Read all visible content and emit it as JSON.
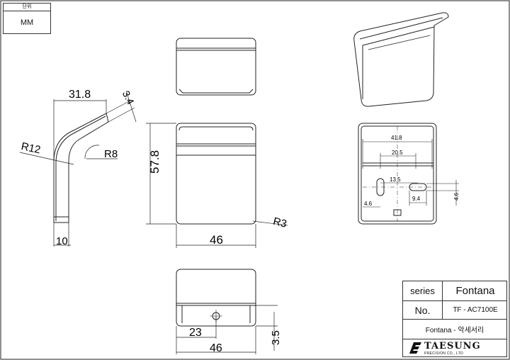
{
  "unit_box": {
    "header": "단위",
    "value": "MM"
  },
  "side_view": {
    "dim_width_top": "31.8",
    "dim_thickness": "3.4",
    "dim_outer_radius": "R12",
    "dim_inner_radius": "R8",
    "dim_base": "10"
  },
  "front_view": {
    "dim_height": "57.8",
    "dim_width": "46",
    "dim_corner_radius": "R3"
  },
  "bottom_view": {
    "dim_hole_offset": "23",
    "dim_width": "46",
    "dim_depth": "3.5"
  },
  "back_view": {
    "dim_outer": "41.8",
    "dim_inner": "20.5",
    "dim_slot_spacing": "13.5",
    "dim_left_offset": "4.6",
    "dim_slot_length": "9.4",
    "dim_right_height": "4.6"
  },
  "title_block": {
    "series_label": "series",
    "series_value": "Fontana",
    "no_label": "No.",
    "no_value": "TF - AC7100E",
    "description": "Fontana - 악세서리",
    "logo_text": "TAESUNG",
    "logo_subtext": "PRECISION CO., LTD"
  }
}
